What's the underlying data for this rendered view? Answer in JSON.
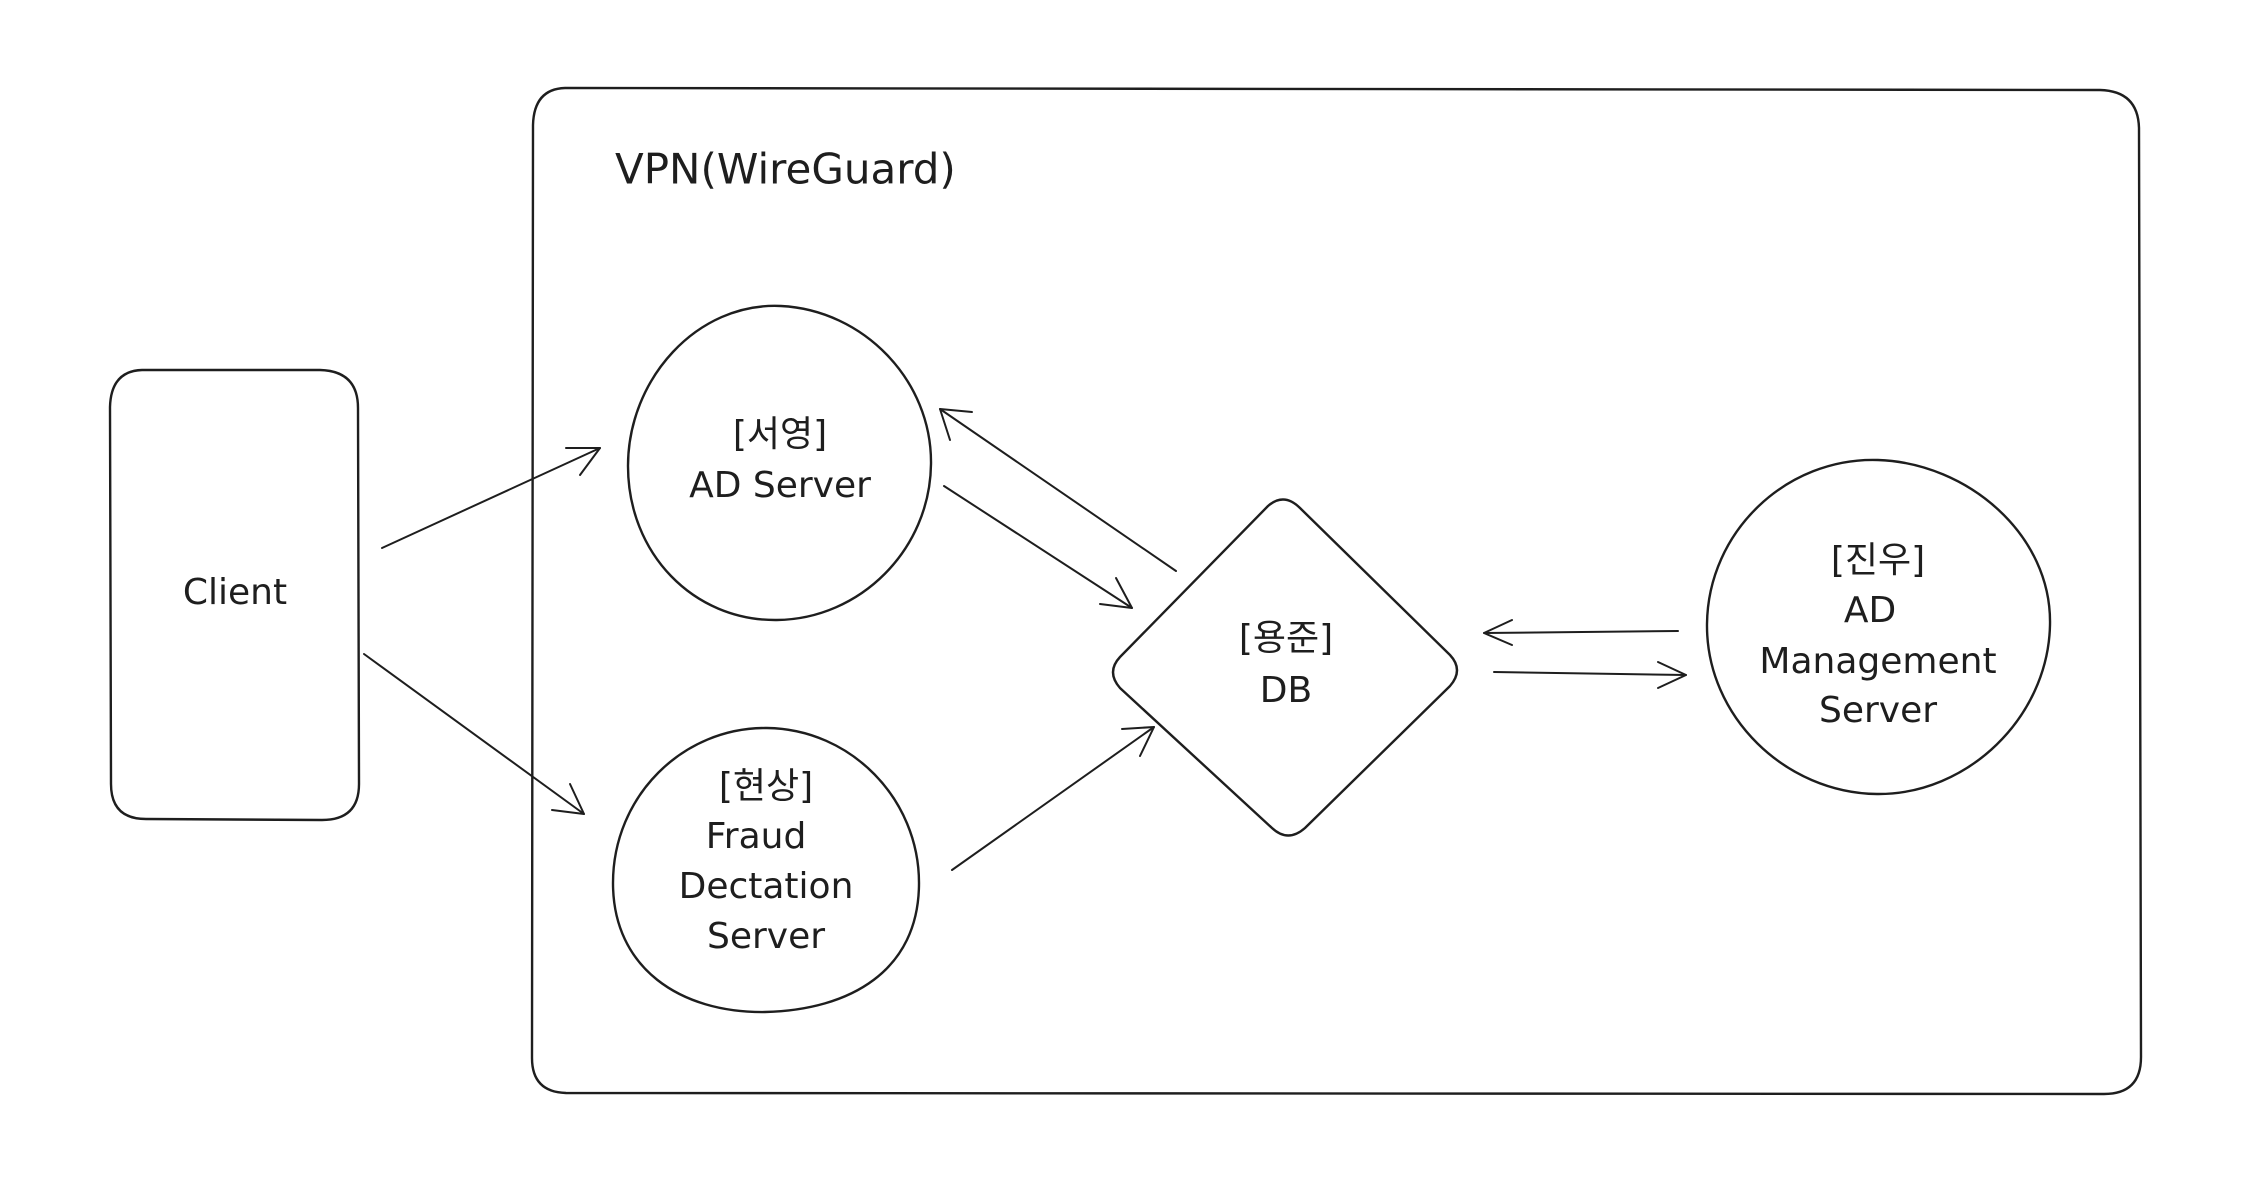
{
  "vpn": {
    "title": "VPN(WireGuard)"
  },
  "nodes": {
    "client": {
      "label": "Client"
    },
    "ad_server": {
      "lines": [
        "[서영]",
        "AD Server"
      ]
    },
    "fraud_server": {
      "lines": [
        "[현상]",
        "Fraud",
        "Dectation",
        "Server"
      ]
    },
    "db": {
      "lines": [
        "[용준]",
        "DB"
      ]
    },
    "ad_management_server": {
      "lines": [
        "[진우]",
        "AD",
        "Management",
        "Server"
      ]
    }
  }
}
